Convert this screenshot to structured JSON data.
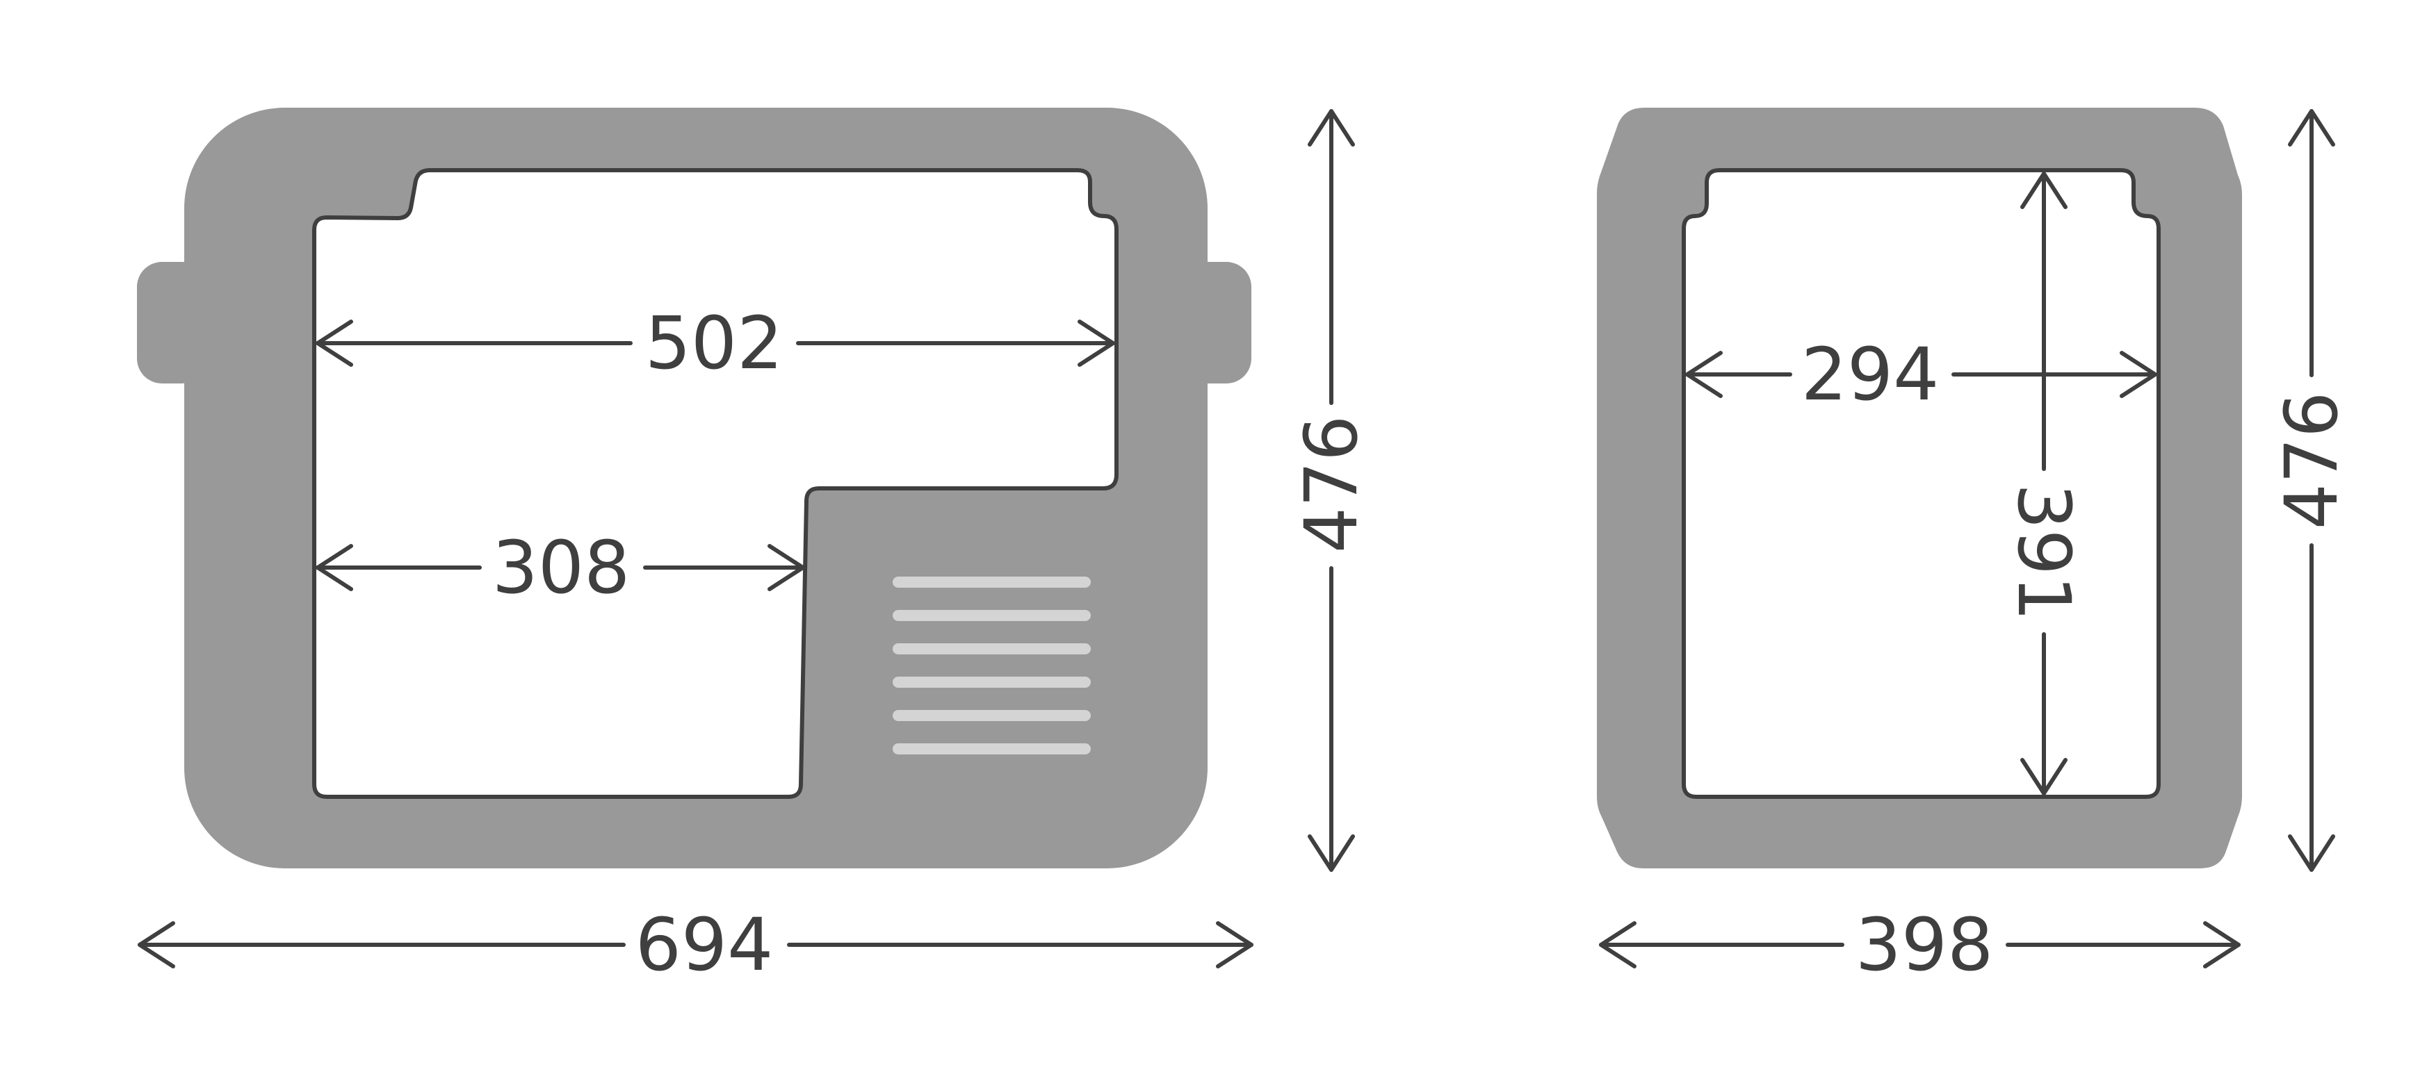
{
  "diagram": {
    "units": "",
    "front_view": {
      "inner_upper_width": "502",
      "inner_lower_width": "308",
      "outer_height": "476",
      "outer_width": "694",
      "vent_slots": 6
    },
    "side_view": {
      "inner_width": "294",
      "inner_depth": "391",
      "outer_height": "476",
      "outer_width": "398"
    },
    "colors": {
      "body": "#999999",
      "line": "#3f3f3f",
      "cavity": "#ffffff",
      "vent": "#d4d4d4"
    }
  }
}
